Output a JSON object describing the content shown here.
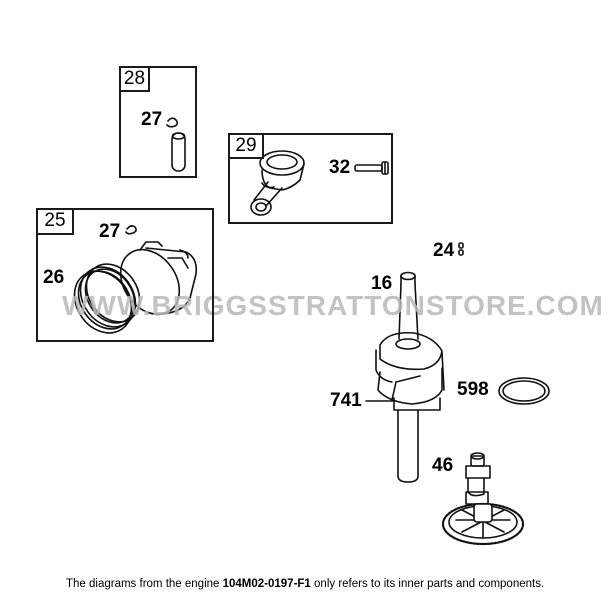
{
  "diagram": {
    "boxes": [
      {
        "id": "box-28",
        "tag": "28",
        "parts": [
          {
            "label": "27",
            "name": "piston-pin-retainer"
          },
          {
            "label": "",
            "name": "piston-pin"
          }
        ]
      },
      {
        "id": "box-29",
        "tag": "29",
        "parts": [
          {
            "label": "",
            "name": "connecting-rod"
          },
          {
            "label": "32",
            "name": "connecting-rod-bolt"
          }
        ]
      },
      {
        "id": "box-25",
        "tag": "25",
        "parts": [
          {
            "label": "27",
            "name": "piston-pin-retainer"
          },
          {
            "label": "26",
            "name": "piston-ring-set"
          },
          {
            "label": "",
            "name": "piston"
          }
        ]
      }
    ],
    "callouts": {
      "box28_27": "27",
      "box29_32": "32",
      "box25_27": "27",
      "box25_26": "26",
      "p24": "24",
      "p16": "16",
      "p741": "741",
      "p598": "598",
      "p46": "46"
    },
    "watermark": "WWW.BRIGGSSTRATTONSTORE.COM",
    "footer": {
      "prefix": "The diagrams from the engine ",
      "engine_model": "104M02-0197-F1",
      "suffix": " only refers to its inner parts and components."
    }
  }
}
